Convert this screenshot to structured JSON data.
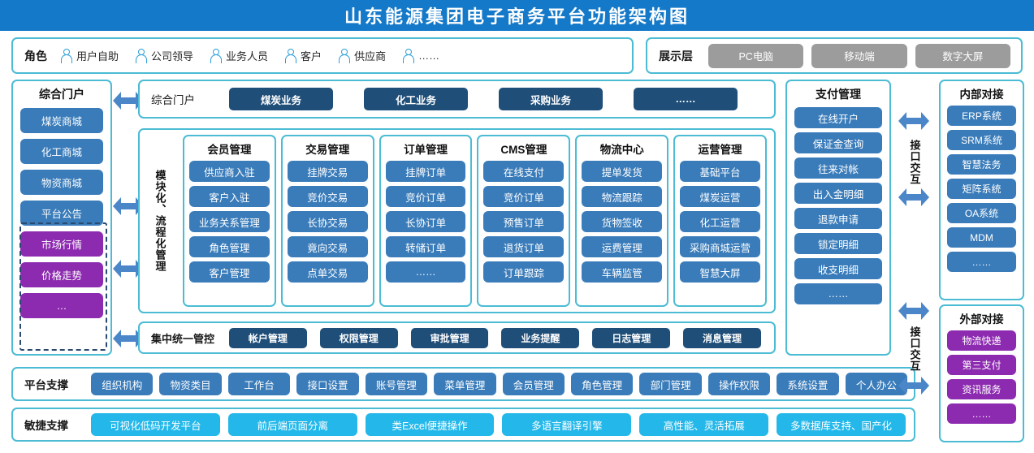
{
  "title": "山东能源集团电子商务平台功能架构图",
  "role_bar": {
    "label": "角色",
    "roles": [
      "用户自助",
      "公司领导",
      "业务人员",
      "客户",
      "供应商",
      "……"
    ]
  },
  "presentation": {
    "label": "展示层",
    "items": [
      "PC电脑",
      "移动端",
      "数字大屏"
    ]
  },
  "portal": {
    "title": "综合门户",
    "items": [
      {
        "label": "煤炭商城",
        "color": "blue"
      },
      {
        "label": "化工商城",
        "color": "blue"
      },
      {
        "label": "物资商城",
        "color": "blue"
      },
      {
        "label": "平台公告",
        "color": "blue"
      },
      {
        "label": "市场行情",
        "color": "purple"
      },
      {
        "label": "价格走势",
        "color": "purple"
      },
      {
        "label": "…",
        "color": "purple"
      }
    ]
  },
  "portal_row": {
    "label": "综合门户",
    "items": [
      "煤炭业务",
      "化工业务",
      "采购业务",
      "……"
    ]
  },
  "modules": {
    "vertical_label": "模块化、流程化管理",
    "columns": [
      {
        "title": "会员管理",
        "items": [
          "供应商入驻",
          "客户入驻",
          "业务关系管理",
          "角色管理",
          "客户管理"
        ]
      },
      {
        "title": "交易管理",
        "items": [
          "挂牌交易",
          "竞价交易",
          "长协交易",
          "竟向交易",
          "点单交易"
        ]
      },
      {
        "title": "订单管理",
        "items": [
          "挂牌订单",
          "竞价订单",
          "长协订单",
          "转储订单",
          "……"
        ]
      },
      {
        "title": "CMS管理",
        "items": [
          "在线支付",
          "竞价订单",
          "预售订单",
          "退货订单",
          "订单跟踪"
        ]
      },
      {
        "title": "物流中心",
        "items": [
          "提单发货",
          "物流跟踪",
          "货物签收",
          "运费管理",
          "车辆监管"
        ]
      },
      {
        "title": "运营管理",
        "items": [
          "基础平台",
          "煤炭运营",
          "化工运营",
          "采购商城运营",
          "智慧大屏"
        ]
      }
    ]
  },
  "control_row": {
    "label": "集中统一管控",
    "items": [
      "帐户管理",
      "权限管理",
      "审批管理",
      "业务提醒",
      "日志管理",
      "消息管理"
    ]
  },
  "platform_row": {
    "label": "平台支撑",
    "items": [
      "组织机构",
      "物资类目",
      "工作台",
      "接口设置",
      "账号管理",
      "菜单管理",
      "会员管理",
      "角色管理",
      "部门管理",
      "操作权限",
      "系统设置",
      "个人办公"
    ]
  },
  "agile_row": {
    "label": "敏捷支撑",
    "items": [
      "可视化低码开发平台",
      "前后端页面分离",
      "类Excel便捷操作",
      "多语言翻译引擎",
      "高性能、灵活拓展",
      "多数据库支持、国产化"
    ]
  },
  "payment": {
    "title": "支付管理",
    "items": [
      "在线开户",
      "保证金查询",
      "往来对帐",
      "出入金明细",
      "退款申请",
      "锁定明细",
      "收支明细",
      "……"
    ]
  },
  "interface_label_top": "接口交互",
  "interface_label_bottom": "接口交互",
  "internal": {
    "title": "内部对接",
    "items": [
      "ERP系统",
      "SRM系统",
      "智慧法务",
      "矩阵系统",
      "OA系统",
      "MDM",
      "……"
    ]
  },
  "external": {
    "title": "外部对接",
    "items": [
      "物流快递",
      "第三支付",
      "资讯服务",
      "……"
    ]
  },
  "colors": {
    "title_bg": "#1479c9",
    "border": "#4bbcd4",
    "blue": "#3a7cba",
    "purple": "#8d2bb0",
    "navy": "#1f4e79",
    "light_blue": "#24b8ea",
    "gray": "#9c9c9c",
    "arrow": "#4a86c8",
    "dashed": "#2b4a6f"
  }
}
